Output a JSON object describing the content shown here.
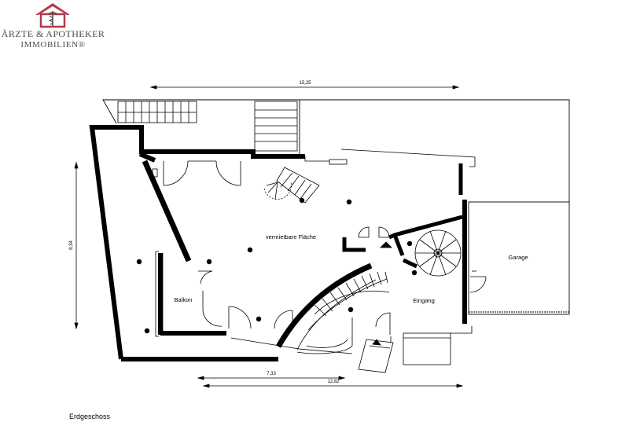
{
  "logo": {
    "line1": "ÄRZTE & APOTHEKER",
    "line2": "IMMOBILIEN",
    "reg": "®",
    "icon": "house-caduceus-icon",
    "color": "#b03a4a"
  },
  "plan": {
    "dimensions": {
      "top_width": "15,25",
      "left_height": "8,34",
      "bottom_inner": "7,33",
      "bottom_outer": "12,82"
    },
    "rooms": {
      "main": "vermietbare Fläche",
      "balcony": "Balkon",
      "entrance": "Eingang",
      "garage": "Garage"
    }
  },
  "caption": "Erdgeschoss"
}
